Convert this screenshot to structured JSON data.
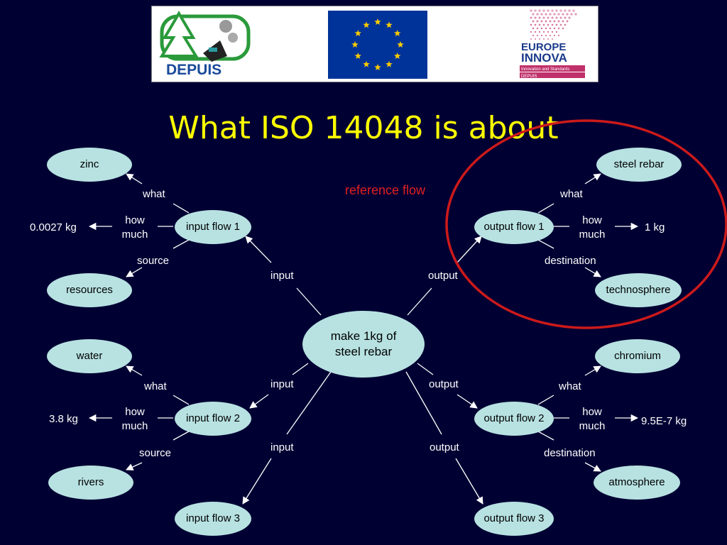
{
  "logos": {
    "left_text": "DEPUIS",
    "right_text_1": "EUROPE",
    "right_text_2": "INNOVA",
    "right_text_3": "Innovation and Standards",
    "right_text_4": "DEPUIS"
  },
  "title": "What ISO 14048 is about",
  "reference_label": "reference flow",
  "center": {
    "line1": "make 1kg of",
    "line2": "steel rebar"
  },
  "nodes": {
    "input_flow_1": "input flow 1",
    "input_flow_2": "input flow 2",
    "input_flow_3": "input flow 3",
    "output_flow_1": "output flow 1",
    "output_flow_2": "output flow 2",
    "output_flow_3": "output flow 3",
    "zinc": "zinc",
    "resources": "resources",
    "water": "water",
    "rivers": "rivers",
    "steel_rebar": "steel rebar",
    "technosphere": "technosphere",
    "chromium": "chromium",
    "atmosphere": "atmosphere"
  },
  "values": {
    "in1": "0.0027 kg",
    "in2": "3.8 kg",
    "out1": "1 kg",
    "out2": "9.5E-7 kg"
  },
  "labels": {
    "what": "what",
    "how": "how",
    "much": "much",
    "source": "source",
    "destination": "destination",
    "input": "input",
    "output": "output"
  },
  "colors": {
    "background": "#000033",
    "title": "#ffff00",
    "node_fill": "#b8e2e2",
    "reference_circle": "#cc1a1a",
    "eu_flag_blue": "#003399",
    "eu_star": "#ffcc00"
  }
}
